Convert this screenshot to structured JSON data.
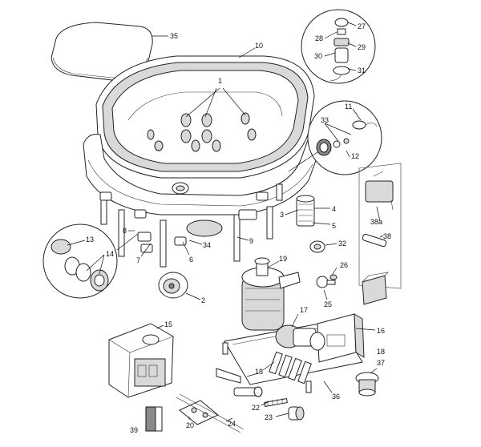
{
  "callouts": {
    "c1": "1",
    "c2": "2",
    "c3": "3",
    "c4": "4",
    "c5": "5",
    "c6": "6",
    "c7": "7",
    "c8": "8",
    "c9": "9",
    "c10": "10",
    "c11": "11",
    "c12": "12",
    "c13": "13",
    "c14": "14",
    "c15": "15",
    "c16": "16",
    "c17": "17",
    "c18a": "18",
    "c18b": "18",
    "c19": "19",
    "c20": "20",
    "c22": "22",
    "c23": "23",
    "c24": "24",
    "c25": "25",
    "c26": "26",
    "c27": "27",
    "c28": "28",
    "c29": "29",
    "c30": "30",
    "c31": "31",
    "c32": "32",
    "c33": "33",
    "c34": "34",
    "c35": "35",
    "c36": "36",
    "c37": "37",
    "c38": "38",
    "c38a": "38a",
    "c39": "39"
  }
}
